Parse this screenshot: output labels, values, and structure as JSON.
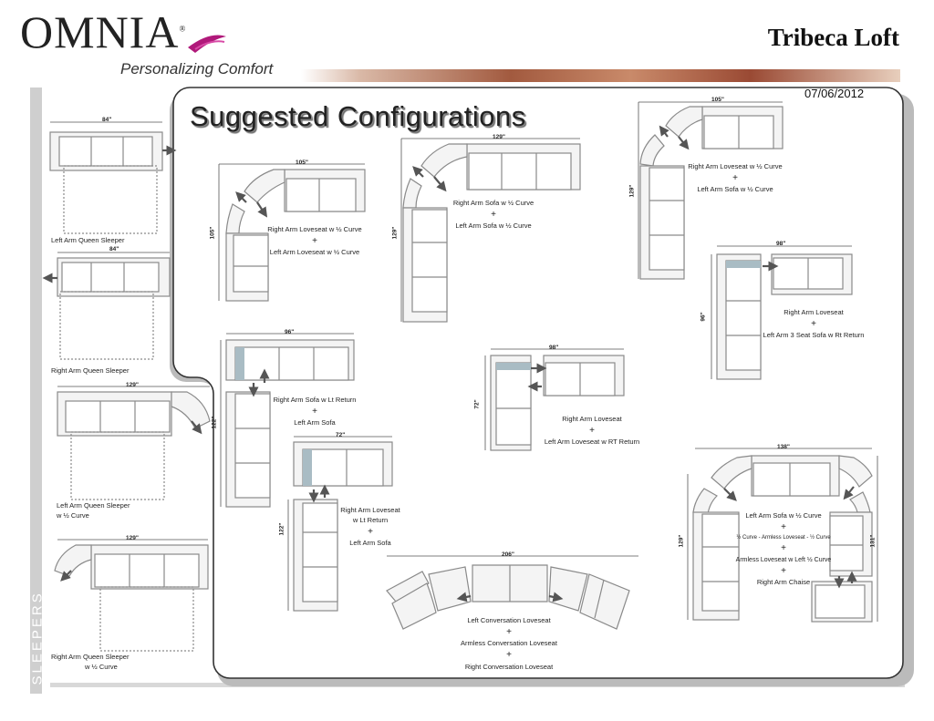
{
  "brand": {
    "name": "OMNIA",
    "registered": "®",
    "tagline": "Personalizing Comfort"
  },
  "collection_title": "Tribeca Loft",
  "date": "07/06/2012",
  "heading": "Suggested Configurations",
  "sidebar_label": "SLEEPERS",
  "colors": {
    "accent": "#b0197a",
    "panel_border": "#333333",
    "piece_fill": "#f4f4f4",
    "piece_stroke": "#8a8a8a",
    "chaise_tint": "#a9bcc4",
    "arrow": "#555555"
  },
  "sleepers": [
    {
      "dim": "84\"",
      "caption": "Left Arm Queen Sleeper"
    },
    {
      "dim": "84\"",
      "caption": "Right Arm Queen Sleeper"
    },
    {
      "dim": "129\"",
      "caption_line1": "Left Arm Queen Sleeper",
      "caption_line2": "w ½ Curve"
    },
    {
      "dim": "129\"",
      "caption_line1": "Right Arm Queen Sleeper",
      "caption_line2": "w ½ Curve"
    }
  ],
  "configs": [
    {
      "dims": [
        "105\"",
        "105\""
      ],
      "line1": "Right Arm Loveseat w ½ Curve",
      "plus": "+",
      "line2": "Left Arm Loveseat w ½ Curve"
    },
    {
      "dims": [
        "129\"",
        "129\""
      ],
      "line1": "Right Arm Sofa w ½ Curve",
      "plus": "+",
      "line2": "Left Arm Sofa w ½ Curve"
    },
    {
      "dims": [
        "105\"",
        "129\""
      ],
      "line1": "Right Arm Loveseat w ½ Curve",
      "plus": "+",
      "line2": "Left Arm Sofa w ½ Curve"
    },
    {
      "dims": [
        "98\"",
        "96\""
      ],
      "line1": "Right Arm Loveseat",
      "plus": "+",
      "line2": "Left Arm 3 Seat Sofa w Rt Return"
    },
    {
      "dims": [
        "96\"",
        "122\""
      ],
      "line1": "Right Arm Sofa w Lt Return",
      "plus": "+",
      "line2": "Left Arm Sofa"
    },
    {
      "dims": [
        "98\"",
        "72\""
      ],
      "line1": "Right Arm Loveseat",
      "plus": "+",
      "line2": "Left Arm Loveseat w RT Return"
    },
    {
      "dims": [
        "72\"",
        "122\""
      ],
      "line1a": "Right Arm Loveseat",
      "line1b": "w Lt Return",
      "plus": "+",
      "line2": "Left Arm Sofa"
    },
    {
      "dims": [
        "206\""
      ],
      "line1": "Left Conversation Loveseat",
      "plus": "+",
      "line2": "Armless Conversation Loveseat",
      "plus2": "+",
      "line3": "Right Conversation Loveseat"
    },
    {
      "dims": [
        "138\"",
        "129\"",
        "131\""
      ],
      "line1": "Left Arm Sofa w ½ Curve",
      "plus": "+",
      "line2": "½ Curve - Armless Loveseat - ½ Curve",
      "plus2": "+",
      "line3": "Armless Loveseat  w Left ½ Curve",
      "plus3": "+",
      "line4": "Right Arm Chaise"
    }
  ]
}
